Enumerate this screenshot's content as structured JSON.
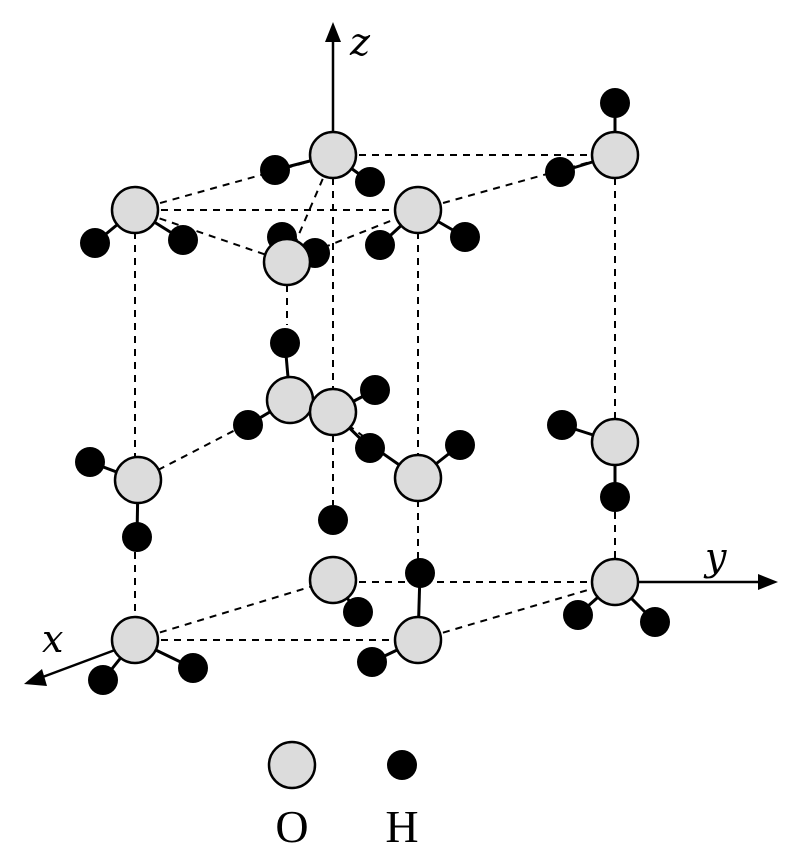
{
  "axes": {
    "x_label": "x",
    "y_label": "y",
    "z_label": "z"
  },
  "legend": {
    "oxygen_label": "O",
    "hydrogen_label": "H"
  },
  "colors": {
    "oxygen_fill": "#dcdcdc",
    "hydrogen_fill": "#000000",
    "line": "#000000"
  }
}
